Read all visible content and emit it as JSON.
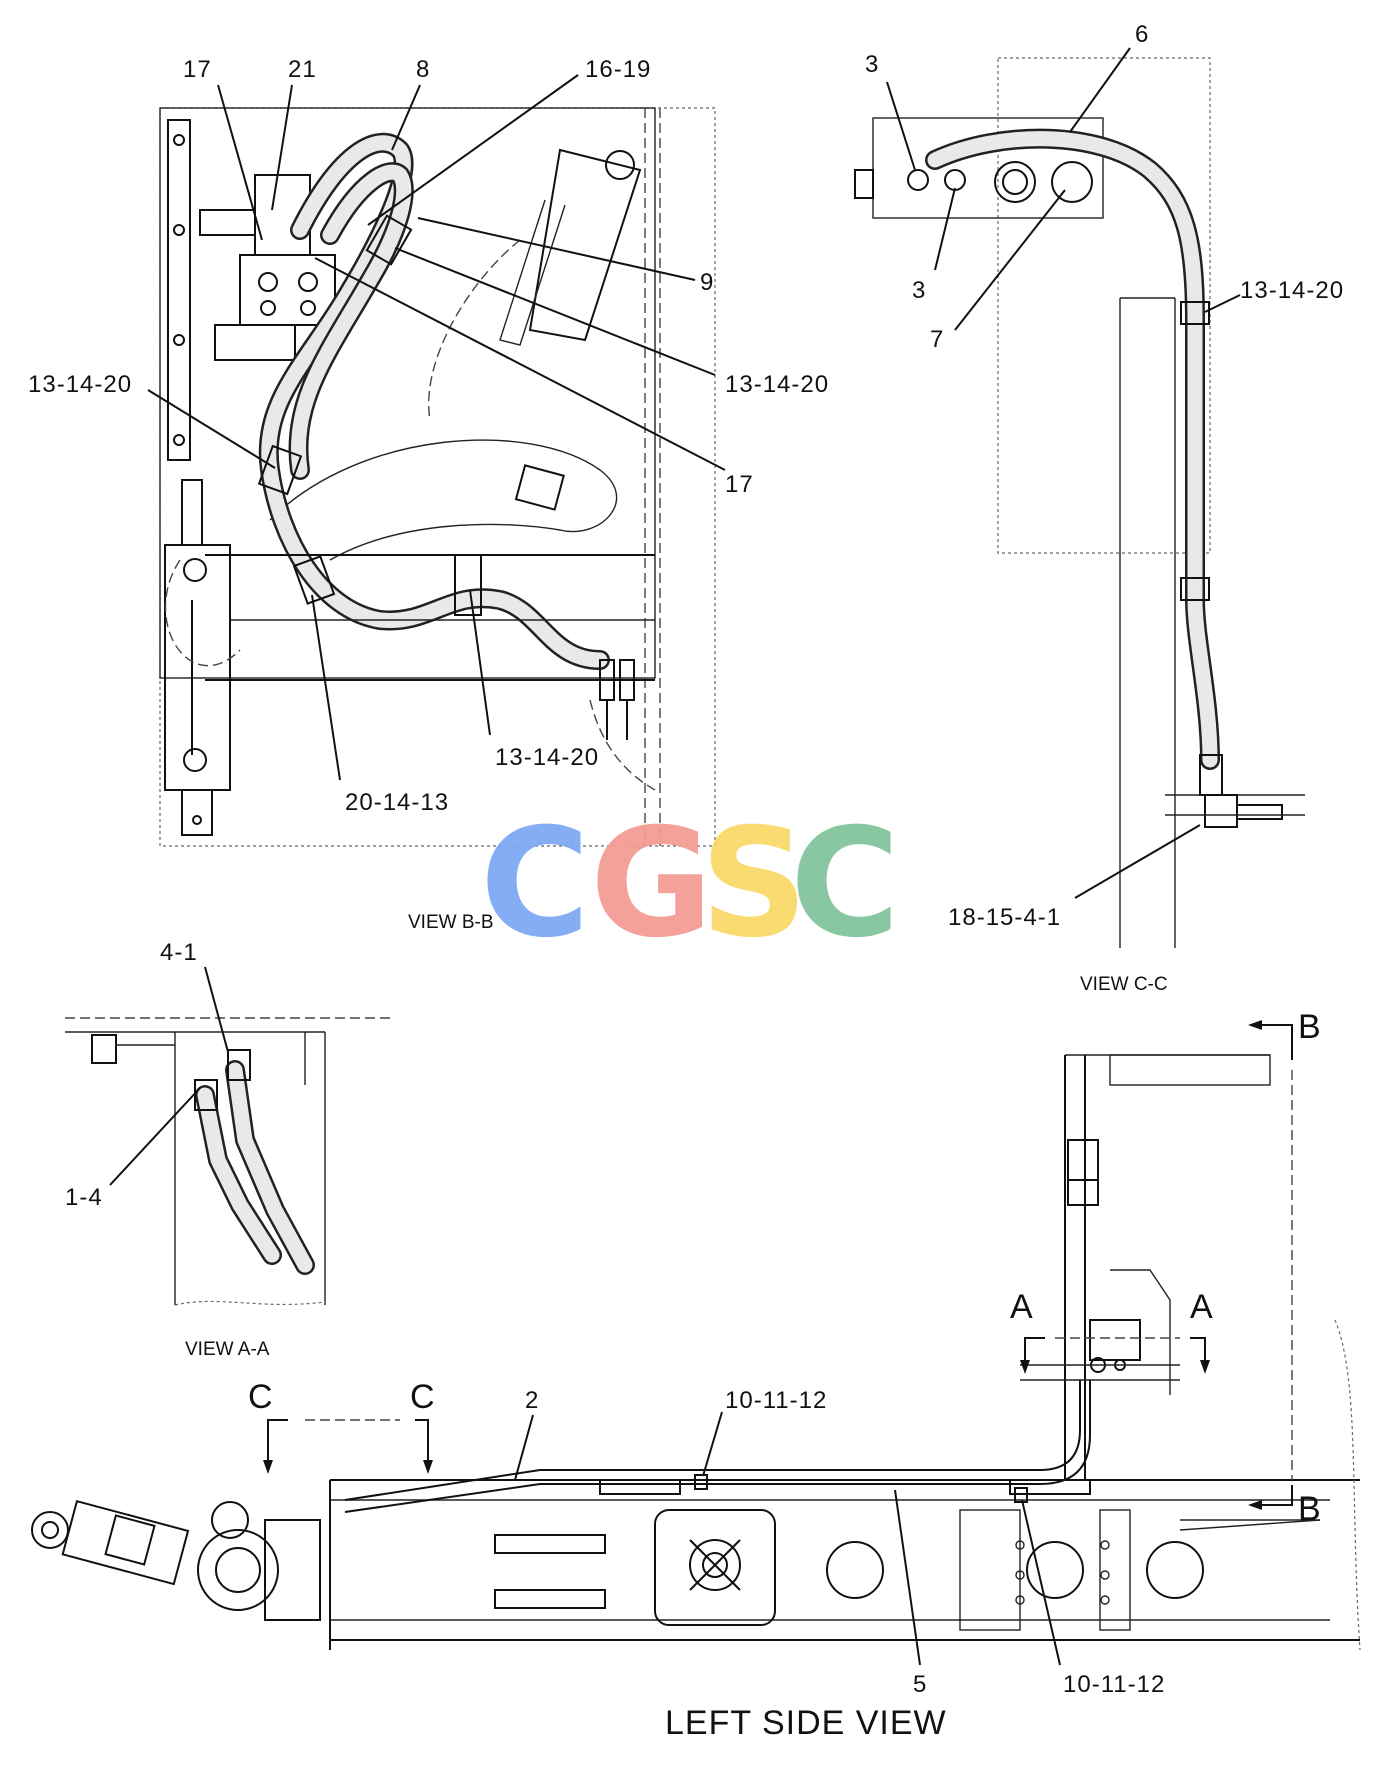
{
  "views": {
    "bb": "VIEW B-B",
    "cc": "VIEW C-C",
    "aa": "VIEW A-A",
    "left": "LEFT SIDE VIEW"
  },
  "callouts": {
    "bb_17_top": "17",
    "bb_21": "21",
    "bb_8": "8",
    "bb_16_19": "16-19",
    "bb_9": "9",
    "bb_13_14_20_right": "13-14-20",
    "bb_17_right": "17",
    "bb_13_14_20_left": "13-14-20",
    "bb_13_14_20_bottom": "13-14-20",
    "bb_20_14_13": "20-14-13",
    "cc_3_top": "3",
    "cc_6": "6",
    "cc_3_bottom": "3",
    "cc_7": "7",
    "cc_13_14_20": "13-14-20",
    "cc_18_15_4_1": "18-15-4-1",
    "aa_4_1": "4-1",
    "aa_1_4": "1-4",
    "side_2": "2",
    "side_10_11_12_top": "10-11-12",
    "side_5": "5",
    "side_10_11_12_bottom": "10-11-12"
  },
  "section_marks": {
    "c_left": "C",
    "c_right": "C",
    "a_left": "A",
    "a_right": "A",
    "b_top": "B",
    "b_bottom": "B"
  },
  "watermark": {
    "letters": [
      "C",
      "G",
      "S",
      "C"
    ],
    "colors": [
      "#7ba7f4",
      "#f49a92",
      "#f9d967",
      "#7ec39a"
    ]
  }
}
